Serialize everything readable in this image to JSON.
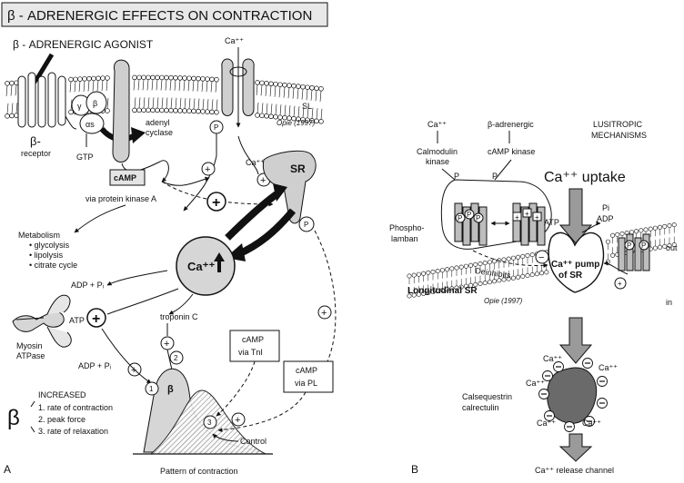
{
  "panel_a": {
    "title": "β - ADRENERGIC EFFECTS ON CONTRACTION",
    "agonist": "β - ADRENERGIC AGONIST",
    "beta_receptor_1": "β-",
    "beta_receptor_2": "receptor",
    "gtp": "GTP",
    "gamma": "γ",
    "beta_sub": "β",
    "alpha_s": "αs",
    "adenyl_1": "adenyl",
    "adenyl_2": "cyclase",
    "sl": "SL",
    "ca_channel": "Ca⁺⁺",
    "opie": "Opie (1997)",
    "p": "P",
    "camp_box": "cAMP",
    "pka": "via protein kinase A",
    "ca_right": "Ca⁺⁺",
    "sr": "SR",
    "plus": "+",
    "metabolism": "Metabolism",
    "met_items": [
      "• glycolysis",
      "• lipolysis",
      "• citrate cycle"
    ],
    "ca_center": "Ca⁺⁺",
    "adp_pi_top": "ADP + Pᵢ",
    "adp_pi_bottom": "ADP + Pᵢ",
    "atp": "ATP",
    "myosin_1": "Myosin",
    "myosin_2": "ATPase",
    "troponin": "troponin C",
    "tni_1": "cAMP",
    "tni_2": "via TnI",
    "pl_1": "cAMP",
    "pl_2": "via PL",
    "n1": "1",
    "n2": "2",
    "n3": "3",
    "curve_beta": "β",
    "control": "Control",
    "pattern": "Pattern of contraction",
    "big_beta": "β",
    "increased": "INCREASED",
    "inc_items": [
      "1. rate of contraction",
      "2. peak force",
      "3. rate of relaxation"
    ],
    "label": "A"
  },
  "panel_b": {
    "ca_top": "Ca⁺⁺",
    "b_adrenergic": "β-adrenergic",
    "calmodulin_1": "Calmodulin",
    "calmodulin_2": "kinase",
    "camp_kinase": "cAMP kinase",
    "lusi_1": "LUSITROPIC",
    "lusi_2": "MECHANISMS",
    "p": "P",
    "ca_uptake": "Ca⁺⁺ uptake",
    "phospho_1": "Phospho-",
    "phospho_2": "lamban",
    "atp": "ATP",
    "pi": "Pi",
    "adp": "ADP",
    "out": "out",
    "in": "in",
    "deinhibits": "Deinhibits",
    "pump_1": "Ca⁺⁺ pump",
    "pump_2": "of SR",
    "long_sr": "Longitudinal SR",
    "opie": "Opie (1997)",
    "minus": "−",
    "plus": "+",
    "ca": "Ca⁺⁺",
    "calseq_1": "Calsequestrin",
    "calseq_2": "calrectulin",
    "release": "Ca⁺⁺ release channel",
    "label": "B"
  }
}
